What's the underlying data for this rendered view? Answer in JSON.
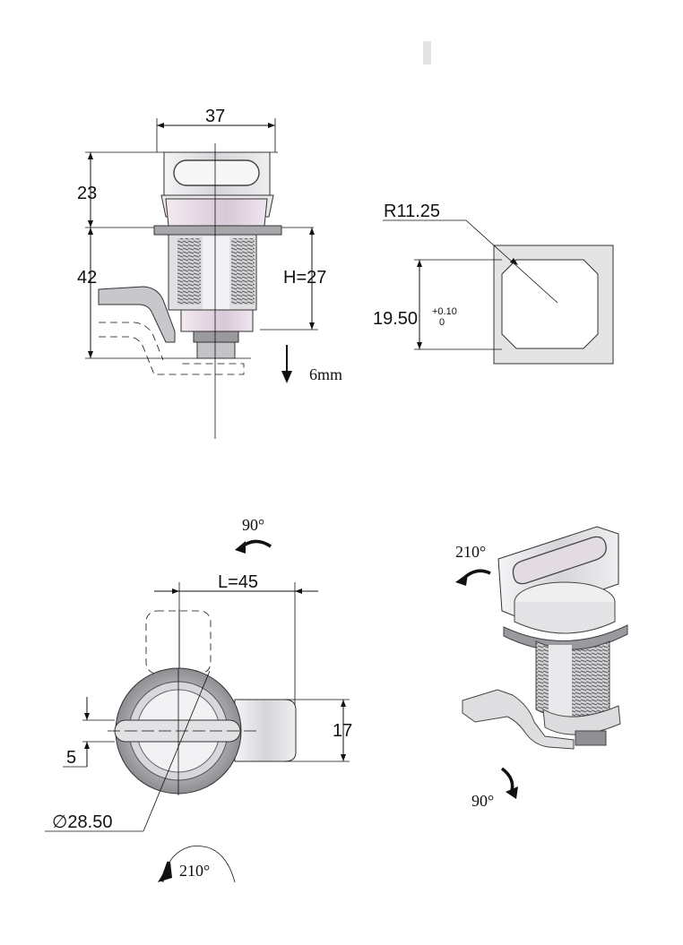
{
  "front_view": {
    "width_dim": "37",
    "height_top_dim": "23",
    "height_bottom_dim": "42",
    "h_dim": "H=27",
    "travel_label": "6mm"
  },
  "cutout_view": {
    "radius_dim": "R11.25",
    "size_dim": "19.50",
    "tol_upper": "+0.10",
    "tol_lower": "0"
  },
  "top_view": {
    "rotation_top": "90°",
    "length_dim": "L=45",
    "height_dim": "17",
    "offset_dim": "5",
    "diameter_dim": "∅28.50",
    "rotation_bottom": "210°"
  },
  "iso_view": {
    "rotation_top": "210°",
    "rotation_bottom": "90°"
  },
  "colors": {
    "metal_light": "#e6e6e8",
    "metal_mid": "#c8c8cc",
    "metal_dark": "#8a8a8e",
    "key_pink": "#d9c8d8",
    "ink": "#111111"
  }
}
